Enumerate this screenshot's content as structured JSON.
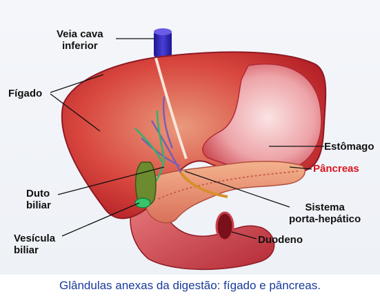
{
  "labels": {
    "veia_cava_line1": "Veia cava",
    "veia_cava_line2": "inferior",
    "figado": "Fígado",
    "estomago": "Estômago",
    "pancreas": "Pâncreas",
    "duto_line1": "Duto",
    "duto_line2": "biliar",
    "sistema_line1": "Sistema",
    "sistema_line2": "porta-hepático",
    "vesicula_line1": "Vesícula",
    "vesicula_line2": "biliar",
    "duodeno": "Duodeno"
  },
  "caption": "Glândulas anexas da digestão: fígado e pâncreas.",
  "colors": {
    "caption": "#1a3a9c",
    "pancreas_label": "#d9141c",
    "label": "#111111",
    "liver": "#c8202a",
    "stomach": "#e58a90",
    "vein": "#2a1ea8",
    "gallbladder": "#6c8a2e",
    "duct": "#2fb36a"
  }
}
